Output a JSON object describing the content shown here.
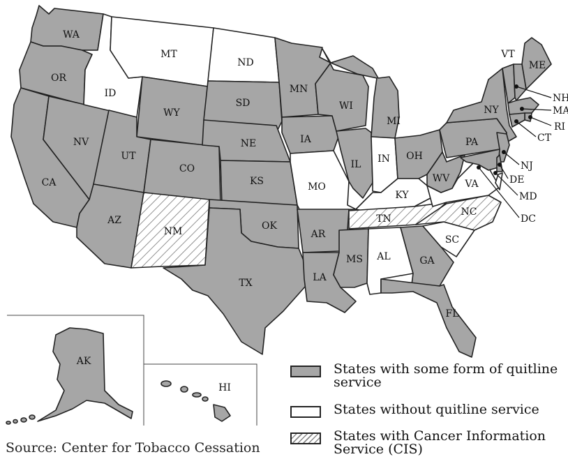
{
  "colors": {
    "quitline": "#a6a6a6",
    "no_quitline": "#ffffff",
    "cis_hatch": "#888888",
    "border": "#222222"
  },
  "states": {
    "WA": "WA",
    "OR": "OR",
    "CA": "CA",
    "NV": "NV",
    "ID": "ID",
    "MT": "MT",
    "WY": "WY",
    "UT": "UT",
    "AZ": "AZ",
    "CO": "CO",
    "NM": "NM",
    "ND": "ND",
    "SD": "SD",
    "NE": "NE",
    "KS": "KS",
    "OK": "OK",
    "TX": "TX",
    "MN": "MN",
    "IA": "IA",
    "MO": "MO",
    "AR": "AR",
    "LA": "LA",
    "WI": "WI",
    "IL": "IL",
    "MI": "MI",
    "IN": "IN",
    "OH": "OH",
    "KY": "KY",
    "TN": "TN",
    "MS": "MS",
    "AL": "AL",
    "GA": "GA",
    "FL": "FL",
    "SC": "SC",
    "NC": "NC",
    "VA": "VA",
    "WV": "WV",
    "PA": "PA",
    "NY": "NY",
    "VT": "VT",
    "ME": "ME",
    "NH": "NH",
    "MA": "MA",
    "RI": "RI",
    "CT": "CT",
    "NJ": "NJ",
    "DE": "DE",
    "MD": "MD",
    "DC": "DC",
    "AK": "AK",
    "HI": "HI"
  },
  "legend": {
    "quitline": "States with some form of quitline service",
    "no_quitline": "States without quitline service",
    "cis": "States with Cancer Information Service (CIS)"
  },
  "source": "Source: Center for Tobacco Cessation"
}
